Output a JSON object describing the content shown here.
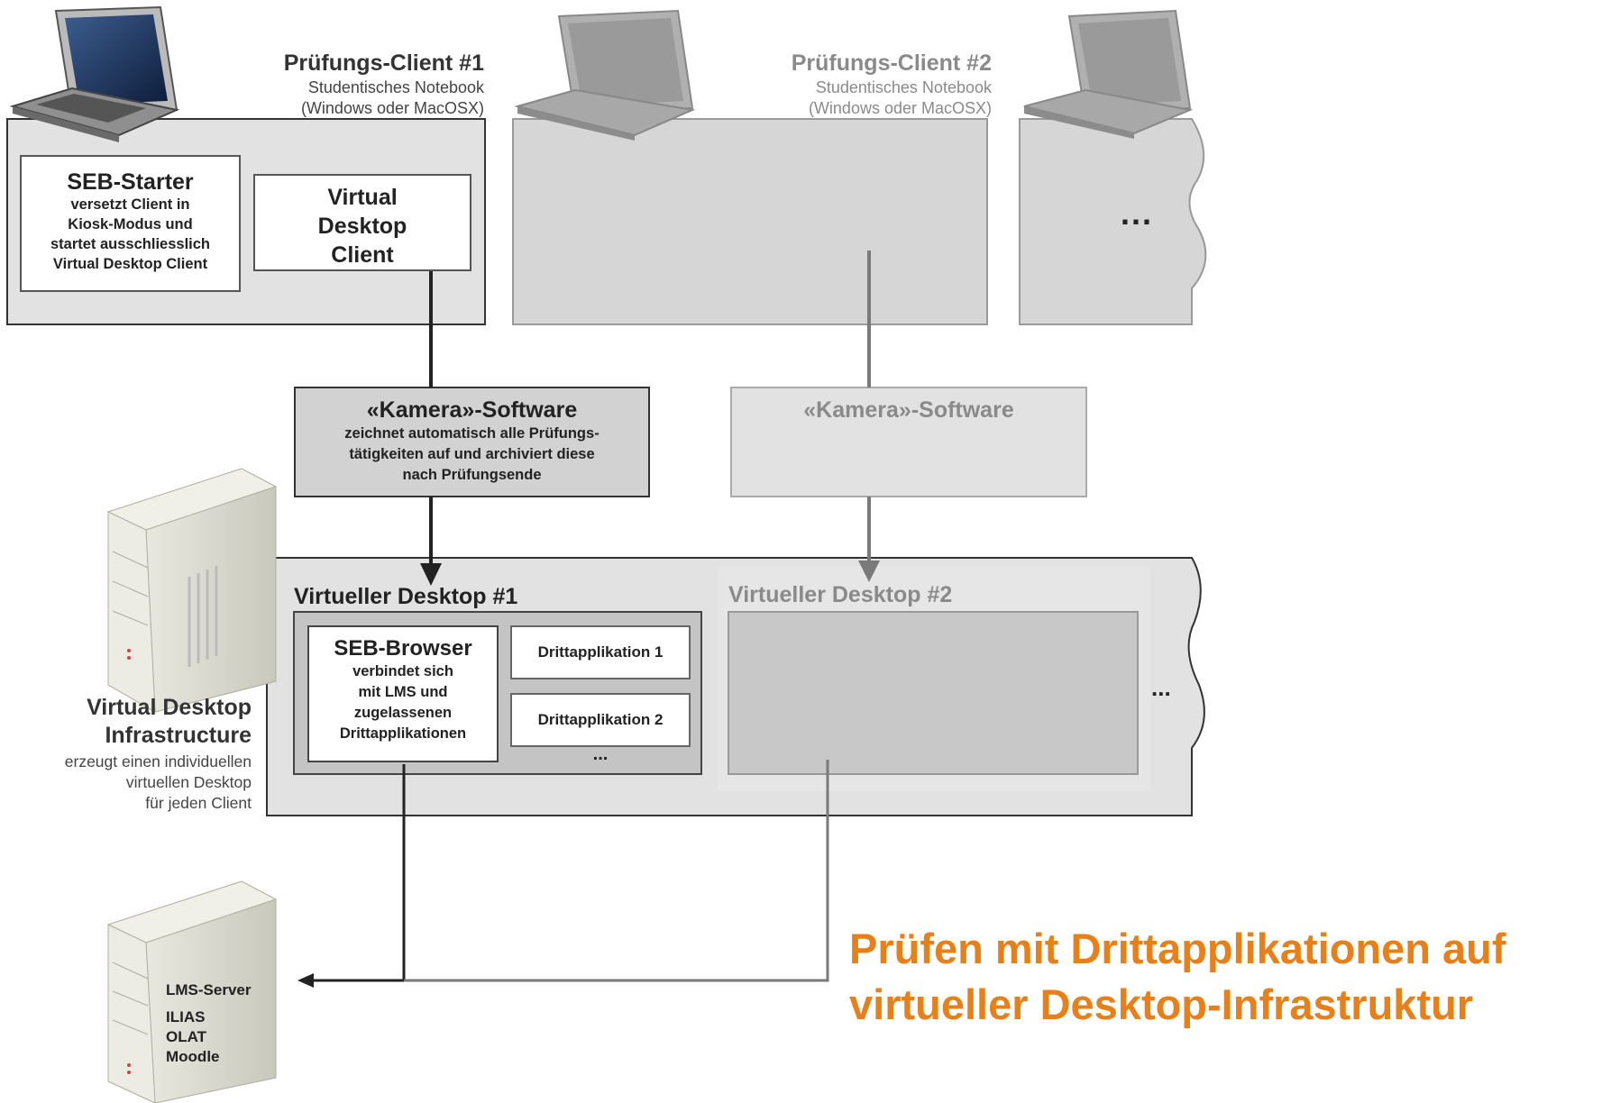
{
  "client1": {
    "title": "Prüfungs-Client #1",
    "subtitle_line1": "Studentisches Notebook",
    "subtitle_line2": "(Windows oder MacOSX)",
    "seb_starter": {
      "title": "SEB-Starter",
      "line1": "versetzt Client in",
      "line2": "Kiosk-Modus und",
      "line3": "startet ausschliesslich",
      "line4": "Virtual Desktop Client"
    },
    "vdc": {
      "line1": "Virtual",
      "line2": "Desktop",
      "line3": "Client"
    }
  },
  "client2": {
    "title": "Prüfungs-Client #2",
    "subtitle_line1": "Studentisches Notebook",
    "subtitle_line2": "(Windows oder MacOSX)"
  },
  "client3": {
    "ellipsis": "..."
  },
  "camera1": {
    "title": "«Kamera»-Software",
    "line1": "zeichnet automatisch alle Prüfungs-",
    "line2": "tätigkeiten auf und archiviert diese",
    "line3": "nach Prüfungsende"
  },
  "camera2": {
    "title": "«Kamera»-Software"
  },
  "vd1": {
    "title": "Virtueller Desktop #1",
    "seb_browser": {
      "title": "SEB-Browser",
      "line1": "verbindet sich",
      "line2": "mit LMS und",
      "line3": "zugelassenen",
      "line4": "Drittapplikationen"
    },
    "app1": "Drittapplikation 1",
    "app2": "Drittapplikation 2",
    "ellipsis": "..."
  },
  "vd2": {
    "title": "Virtueller Desktop #2"
  },
  "vdi_ellipsis": "...",
  "vdi": {
    "title_line1": "Virtual Desktop",
    "title_line2": "Infrastructure",
    "desc_line1": "erzeugt einen individuellen",
    "desc_line2": "virtuellen Desktop",
    "desc_line3": "für jeden Client"
  },
  "lms": {
    "title": "LMS-Server",
    "items": [
      "ILIAS",
      "OLAT",
      "Moodle"
    ]
  },
  "headline": {
    "line1": "Prüfen mit Drittapplikationen auf",
    "line2": "virtueller Desktop-Infrastruktur",
    "color": "#e8801a"
  },
  "colors": {
    "dark_line": "#222222",
    "grey_line": "#7a7a7a"
  }
}
